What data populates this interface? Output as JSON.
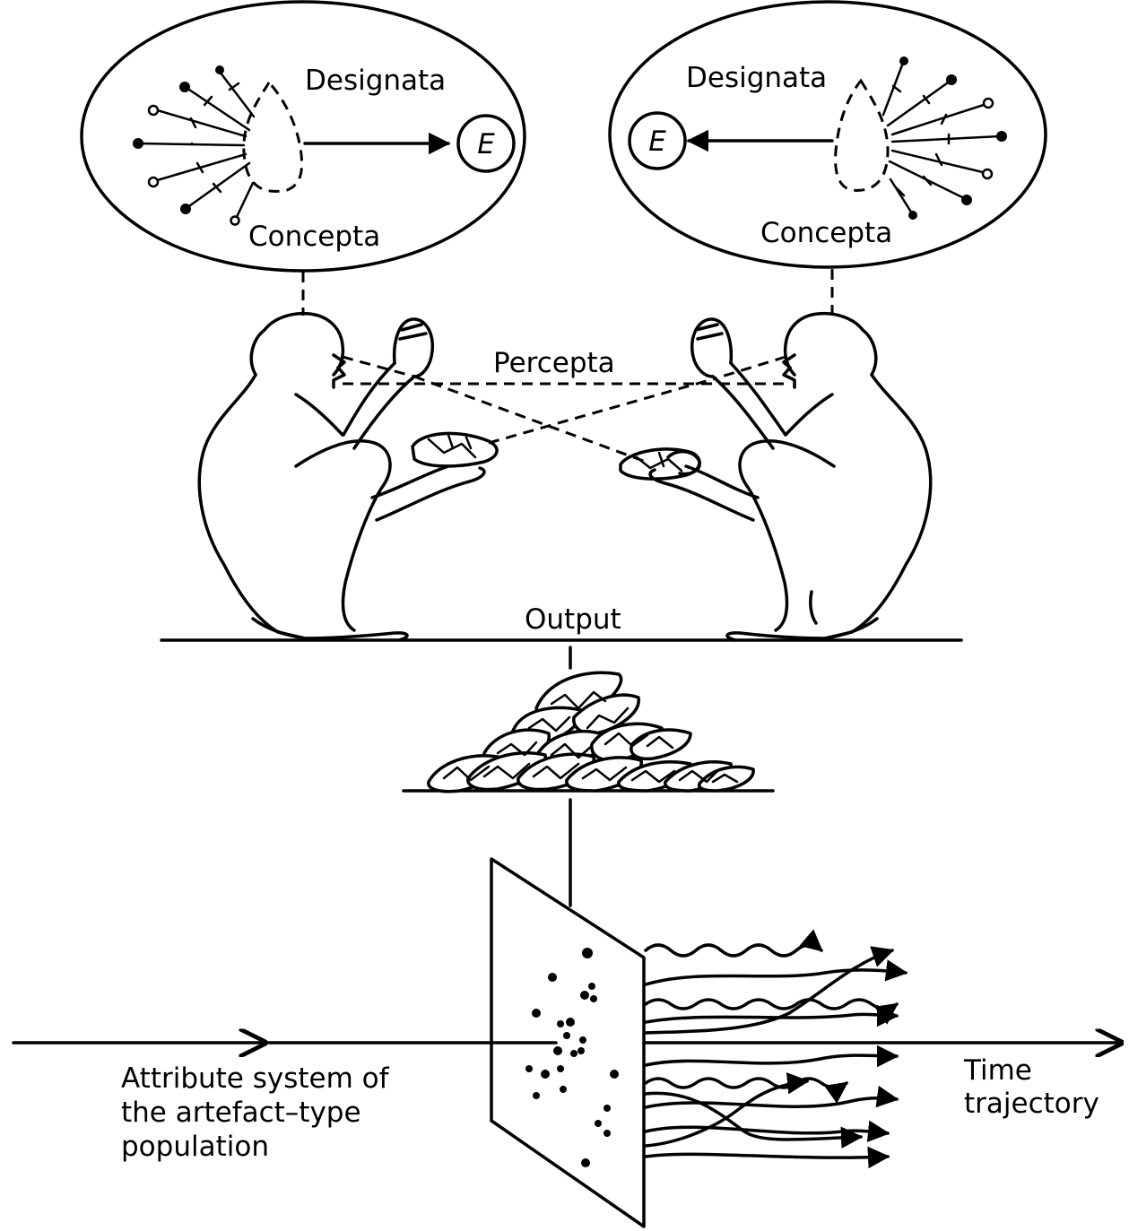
{
  "labels": {
    "designata_left": "Designata",
    "designata_right": "Designata",
    "concepta_left": "Concepta",
    "concepta_right": "Concepta",
    "e_left": "E",
    "e_right": "E",
    "percepta": "Percepta",
    "output": "Output",
    "attribute_line1": "Attribute system of",
    "attribute_line2": "the artefact–type",
    "attribute_line3": "population",
    "time_line1": "Time",
    "time_line2": "trajectory"
  }
}
